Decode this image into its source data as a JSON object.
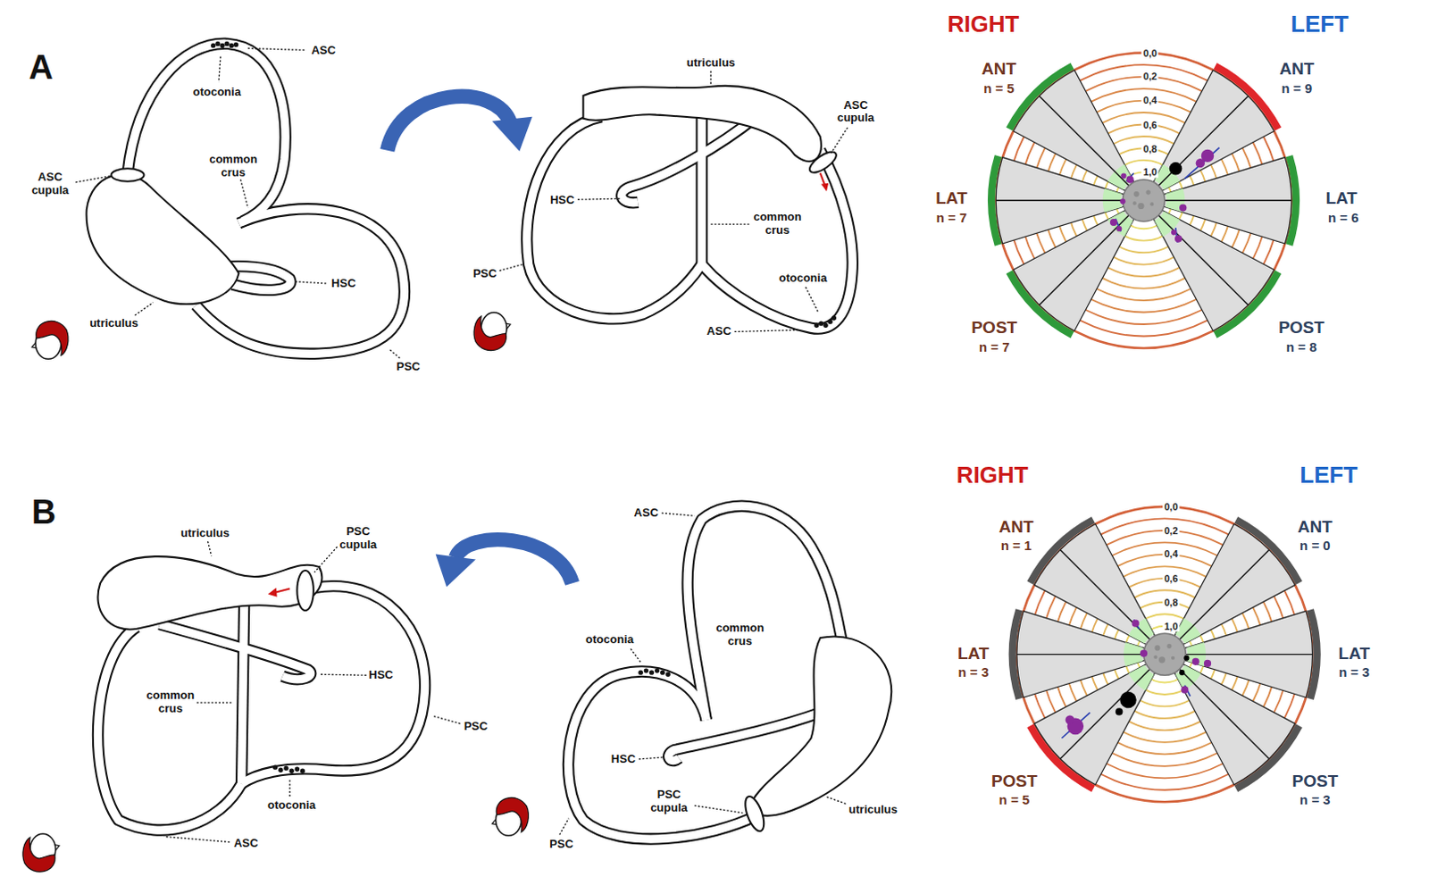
{
  "diagram": {
    "labels": [
      "A",
      "ASC",
      "otoconia",
      "ASC cupula",
      "common crus",
      "HSC",
      "utriculus",
      "PSC",
      "utriculus",
      "ASC cupula",
      "HSC",
      "common crus",
      "PSC",
      "otoconia",
      "ASC",
      "RIGHT",
      "LEFT",
      "ANT",
      "n = 5",
      "ANT",
      "n = 9",
      "0,0",
      "0,2",
      "0,4",
      "0,6",
      "0,8",
      "1,0",
      "LAT",
      "n = 7",
      "LAT",
      "n = 6",
      "POST",
      "n = 7",
      "POST",
      "n = 8",
      "B",
      "utriculus",
      "PSC cupula",
      "HSC",
      "common crus",
      "PSC",
      "otoconia",
      "ASC",
      "ASC",
      "otoconia",
      "common crus",
      "HSC",
      "PSC cupula",
      "utriculus",
      "PSC",
      "RIGHT",
      "LEFT",
      "ANT",
      "n = 1",
      "ANT",
      "n = 0",
      "0,0",
      "0,2",
      "0,4",
      "0,6",
      "0,8",
      "1,0",
      "LAT",
      "n = 3",
      "LAT",
      "n = 3",
      "POST",
      "n = 5",
      "POST",
      "n = 3"
    ]
  }
}
